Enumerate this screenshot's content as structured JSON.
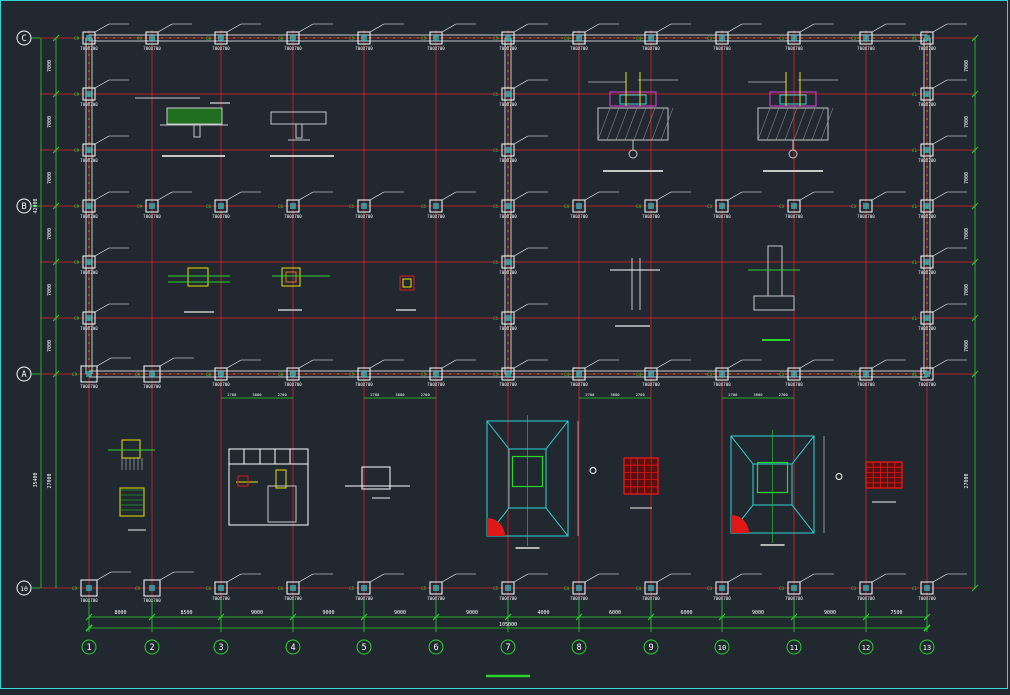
{
  "drawing": {
    "background": "#212830",
    "colors": {
      "grid_line": "#e0202a",
      "dimension": "#2bd42b",
      "column": "#ffffff",
      "wall": "#c8c8c8",
      "cyan": "#2fd6d6",
      "yellow": "#e8e000",
      "red_fill": "#e01818",
      "magenta": "#e040e0",
      "hatch_green": "#2bd42b"
    },
    "column_axes": [
      "1",
      "2",
      "3",
      "4",
      "5",
      "6",
      "7",
      "8",
      "9",
      "10",
      "11",
      "12",
      "13"
    ],
    "row_axes": [
      "C",
      "B",
      "A",
      "10"
    ],
    "bay_dims": [
      "8000",
      "8500",
      "9000",
      "9000",
      "9000",
      "9000",
      "4000",
      "6000",
      "6000",
      "9000",
      "9000",
      "7500"
    ],
    "total_length": "105000",
    "row_dims_right": [
      "7000",
      "7000",
      "7000",
      "7000",
      "7000",
      "7000",
      "27000"
    ],
    "row_dims_left": [
      "7000",
      "7000",
      "7000",
      "7000",
      "7000",
      "7000",
      "27000"
    ],
    "left_totals": [
      "42000",
      "35400"
    ],
    "column_tag": "700X700",
    "small_dims": [
      "2700",
      "3600",
      "2700"
    ]
  }
}
